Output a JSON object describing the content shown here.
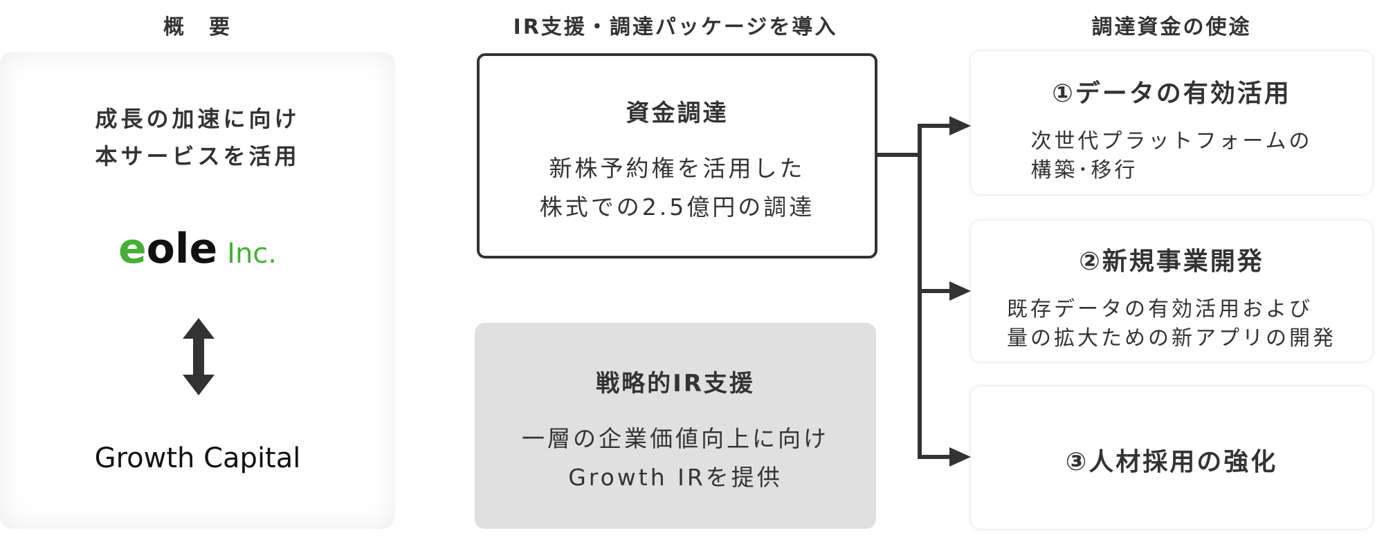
{
  "headings": {
    "overview": "概　要",
    "package": "IR支援・調達パッケージを導入",
    "use_of_funds": "調達資金の使途"
  },
  "overview": {
    "lines": [
      "成長の加速に向け",
      "本サービスを活用"
    ],
    "logo_text": "eole Inc.",
    "partner": "Growth Capital"
  },
  "funding": {
    "title": "資金調達",
    "lines": [
      "新株予約権を活用した",
      "株式での2.5億円の調達"
    ]
  },
  "ir_support": {
    "title": "戦略的IR支援",
    "lines": [
      "一層の企業価値向上に向け",
      "Growth IRを提供"
    ]
  },
  "uses": [
    {
      "title": "①データの有効活用",
      "lines": [
        "次世代プラットフォームの",
        "構築･移行"
      ]
    },
    {
      "title": "②新規事業開発",
      "lines": [
        "既存データの有効活用および",
        "量の拡大ための新アプリの開発"
      ]
    },
    {
      "title": "③人材採用の強化",
      "lines": []
    }
  ],
  "colors": {
    "text": "#333333",
    "brand_green": "#45b035",
    "gray_box": "#e0e0e0"
  }
}
